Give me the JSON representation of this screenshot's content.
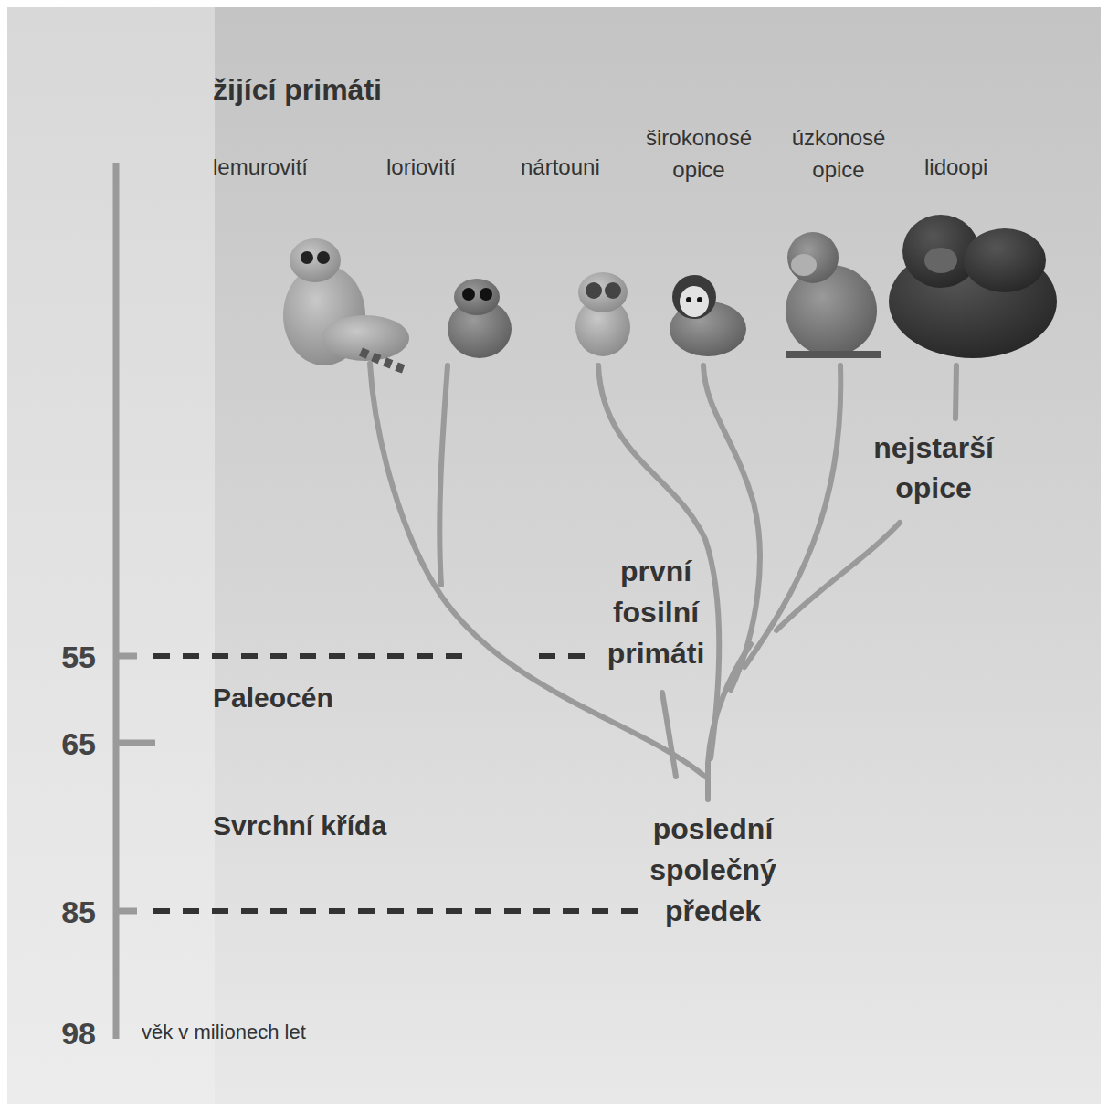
{
  "diagram": {
    "title": "žijící primáti",
    "labels": [
      "lemurovití",
      "loriovití",
      "nártouni",
      "širokonosé opice",
      "úzkonosé opice",
      "lidoopi",
      "nejstarší opice",
      "první fosilní primáti",
      "55",
      "Paleocén",
      "65",
      "Svrchní křída",
      "poslední společný předek",
      "85",
      "98",
      "věk v milionech let"
    ]
  }
}
